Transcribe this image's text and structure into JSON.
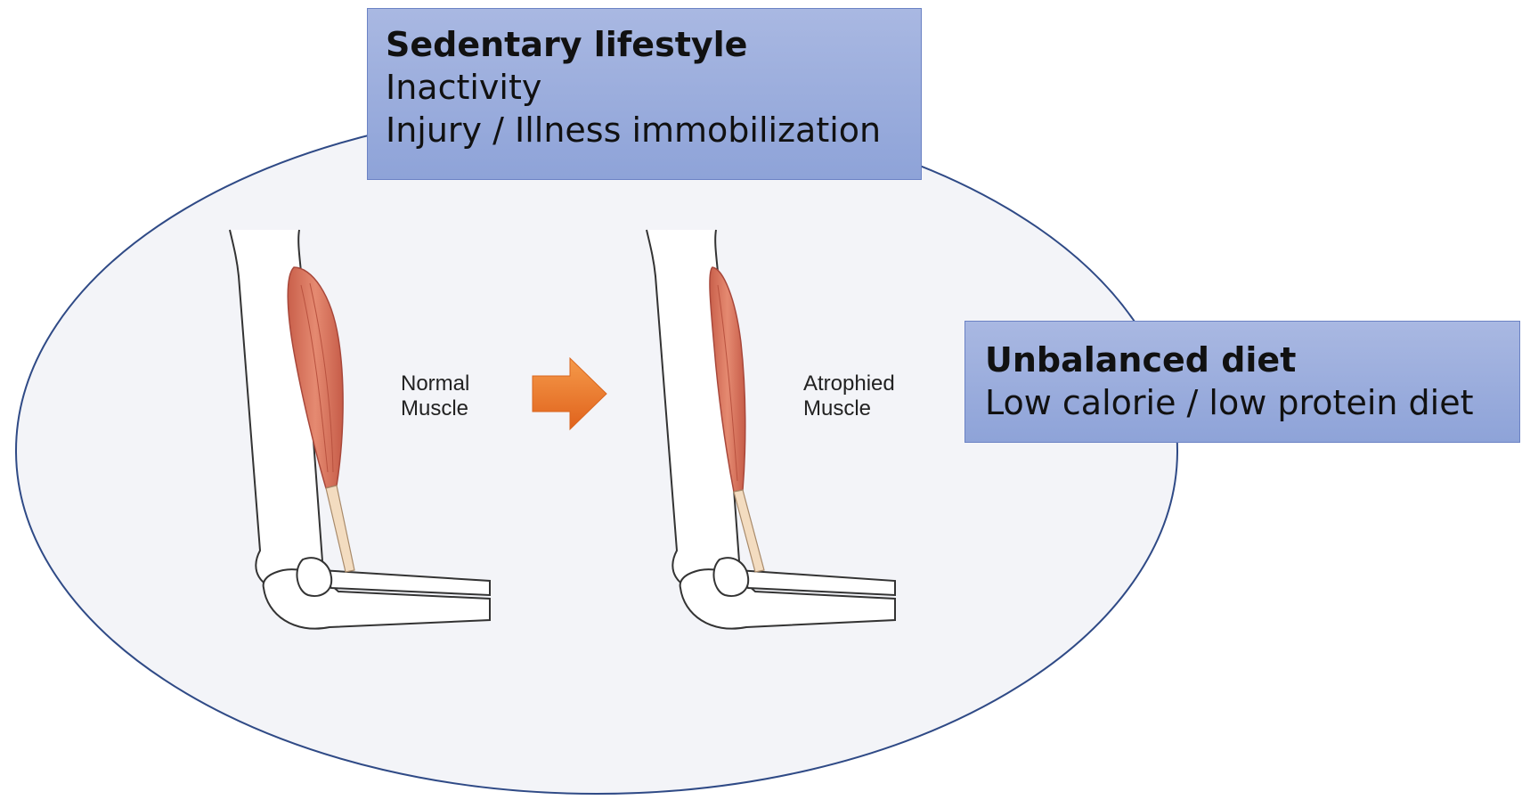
{
  "callouts": {
    "sedentary": {
      "heading": "Sedentary lifestyle",
      "lines": [
        "Inactivity",
        "Injury / Illness immobilization"
      ]
    },
    "diet": {
      "heading": "Unbalanced diet",
      "lines": [
        "Low calorie / low protein diet"
      ]
    }
  },
  "illustrations": {
    "normal": {
      "label_line1": "Normal",
      "label_line2": "Muscle"
    },
    "atrophied": {
      "label_line1": "Atrophied",
      "label_line2": "Muscle"
    }
  },
  "colors": {
    "ellipse_fill": "#f3f4f8",
    "ellipse_stroke": "#2f4a86",
    "callout_fill": "#9aadde",
    "muscle": "#d9735c",
    "tendon": "#f3dcc0",
    "arrow": "#ee7a2a"
  }
}
